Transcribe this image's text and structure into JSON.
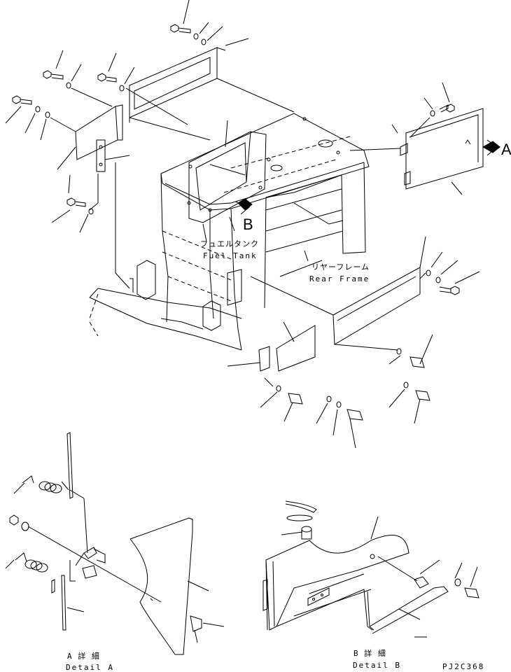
{
  "labels": {
    "view_a": "A",
    "view_b": "B",
    "fuel_tank_jp": "フュエルタンク",
    "fuel_tank_en": "Fuel Tank",
    "rear_frame_jp": "リヤーフレーム",
    "rear_frame_en": "Rear Frame",
    "detail_a_jp": "A 詳 細",
    "detail_a_en": "Detail A",
    "detail_b_jp": "B 詳 細",
    "detail_b_en": "Detail B",
    "drawing_no": "PJ2C368"
  }
}
